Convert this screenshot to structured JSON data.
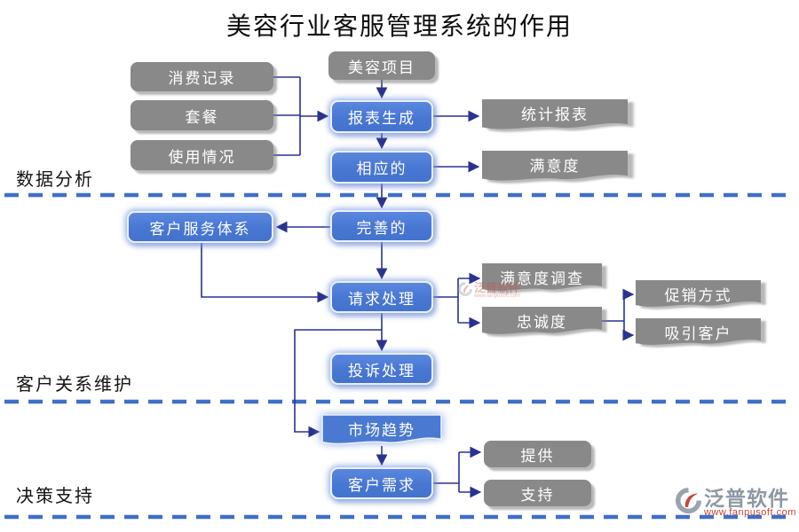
{
  "title": "美容行业客服管理系统的作用",
  "sections": {
    "data_analysis": "数据分析",
    "customer_relationship": "客户关系维护",
    "decision_support": "决策支持"
  },
  "nodes": {
    "consumption_records": "消费记录",
    "packages": "套餐",
    "usage_status": "使用情况",
    "beauty_projects": "美容项目",
    "report_generation": "报表生成",
    "corresponding": "相应的",
    "statistical_reports": "统计报表",
    "satisfaction": "满意度",
    "customer_service_system": "客户服务体系",
    "perfect": "完善的",
    "request_handling": "请求处理",
    "satisfaction_survey": "满意度调查",
    "loyalty": "忠诚度",
    "promotion_methods": "促销方式",
    "attract_customers": "吸引客户",
    "complaint_handling": "投诉处理",
    "market_trends": "市场趋势",
    "customer_needs": "客户需求",
    "provide": "提供",
    "support": "支持"
  },
  "branding": {
    "watermark_name": "泛普软件",
    "watermark_url": "www.fanpusoft.com",
    "logo_name": "泛普软件",
    "logo_url": "www.fanpusoft.com"
  },
  "colors": {
    "process_blue": "#4a79d2",
    "data_gray": "#898989",
    "connector_navy": "#2a3290",
    "divider_blue": "#3e6fc9",
    "logo_gray": "#8d98a5",
    "logo_red": "#c8443a",
    "text_white": "#ffffff",
    "title_black": "#0c0c0c"
  }
}
